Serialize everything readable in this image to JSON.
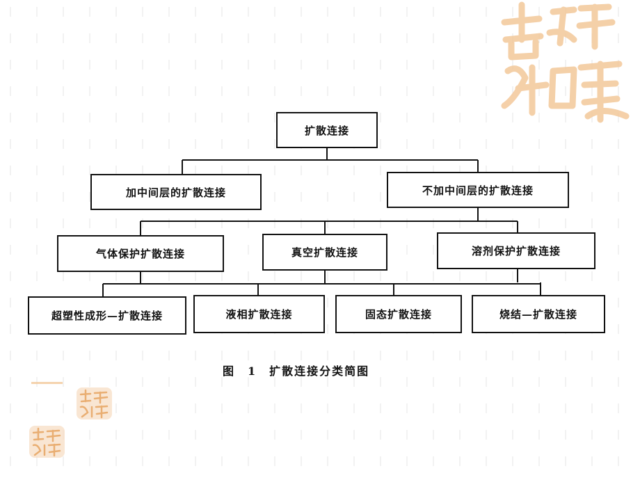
{
  "diagram": {
    "root": "扩散连接",
    "level1": [
      "加中间层的扩散连接",
      "不加中间层的扩散连接"
    ],
    "level2": [
      "气体保护扩散连接",
      "真空扩散连接",
      "溶剂保护扩散连接"
    ],
    "level3": [
      "超塑性成形—扩散连接",
      "液相扩散连接",
      "固态扩散连接",
      "烧结—扩散连接"
    ]
  },
  "caption": {
    "figure_label": "图",
    "figure_number": "1",
    "title": "扩散连接分类简图"
  },
  "decoration": {
    "logo_text": "吉祥如意",
    "logo_color": "#f3c89a",
    "line_color": "#111111"
  }
}
